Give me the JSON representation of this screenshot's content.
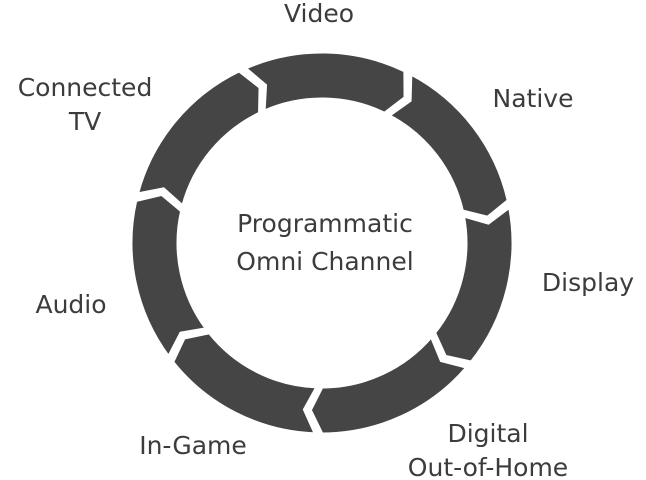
{
  "diagram": {
    "center": {
      "line1": "Programmatic",
      "line2": "Omni Channel"
    },
    "channels": [
      {
        "id": "video",
        "lines": [
          "Video"
        ]
      },
      {
        "id": "native",
        "lines": [
          "Native"
        ]
      },
      {
        "id": "display",
        "lines": [
          "Display"
        ]
      },
      {
        "id": "digital-out-of-home",
        "lines": [
          "Digital",
          "Out-of-Home"
        ]
      },
      {
        "id": "in-game",
        "lines": [
          "In-Game"
        ]
      },
      {
        "id": "audio",
        "lines": [
          "Audio"
        ]
      },
      {
        "id": "connected-tv",
        "lines": [
          "Connected",
          "TV"
        ]
      }
    ],
    "colors": {
      "ring": "#454545",
      "text": "#3c3c3c",
      "background": "#ffffff"
    }
  }
}
